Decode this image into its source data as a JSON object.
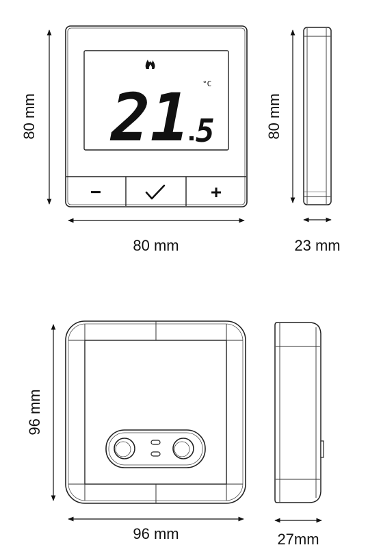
{
  "top_front": {
    "display": {
      "temp_whole": "21",
      "temp_decimal": "5",
      "unit": "°C",
      "flame_icon": "flame-icon"
    },
    "buttons": {
      "minus_label": "−",
      "check_icon": "check-icon",
      "plus_label": "+"
    },
    "dim_height": "80 mm",
    "dim_width": "80 mm"
  },
  "top_side": {
    "dim_height": "80 mm",
    "dim_depth": "23 mm"
  },
  "bottom_back": {
    "dim_height": "96 mm",
    "dim_width": "96 mm"
  },
  "bottom_side": {
    "dim_depth": "27mm"
  }
}
